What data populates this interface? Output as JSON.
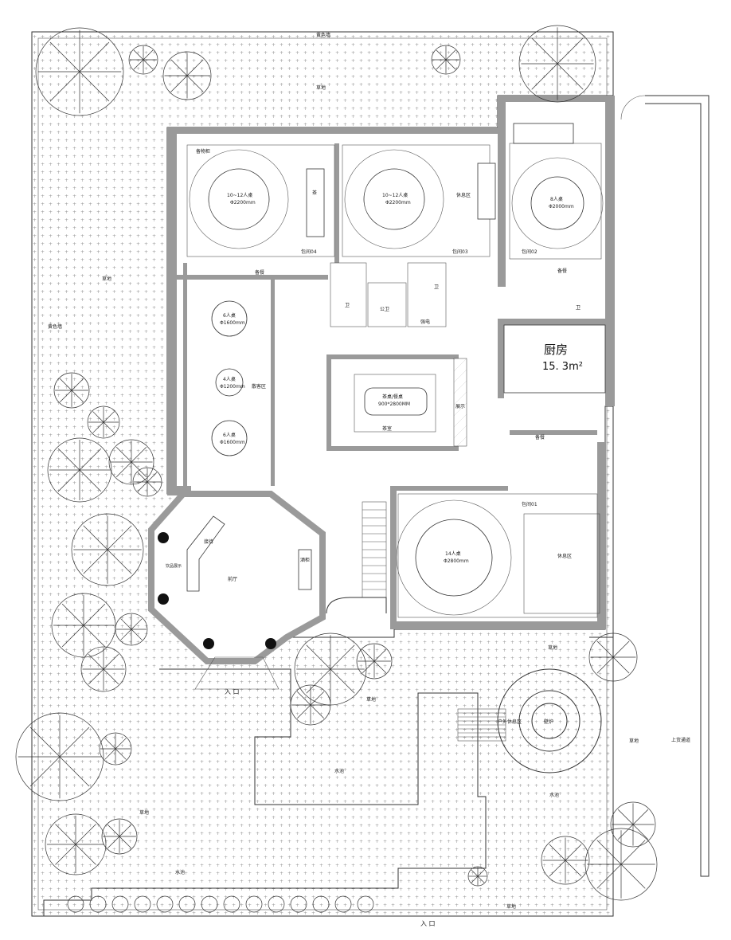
{
  "title": "",
  "labels": {
    "fence_top": "黄色墙",
    "lawn": "草地",
    "fence_left": "黄色墙",
    "kitchen": "厨房",
    "kitchen_area": "15. 3m²",
    "room04": "包间04",
    "room03": "包间03",
    "room02": "包间02",
    "room01": "包间01",
    "table_10_12_a": "10~12人桌",
    "dia_2200_a": "Φ2200mm",
    "table_10_12_b": "10~12人桌",
    "dia_2200_b": "Φ2200mm",
    "table_8": "8人桌",
    "dia_2000": "Φ2000mm",
    "table_6a": "6人桌",
    "dia_1600a": "Φ1600mm",
    "table_4": "4人桌",
    "dia_1200": "Φ1200mm",
    "table_6b": "6人桌",
    "dia_1600b": "Φ1600mm",
    "scattered_area": "散客区",
    "table_14": "14人桌",
    "dia_2800": "Φ2800mm",
    "rest_area_a": "休息区",
    "rest_area_b": "休息区",
    "tea": "茶",
    "pantry": "备餐",
    "tv_cabinet": "备物柜",
    "toilet": "卫",
    "public_toilet": "公卫",
    "strong_power": "强电",
    "tea_table": "茶桌/餐桌",
    "tea_table_size": "900*2800MM",
    "tea_room": "茶室",
    "display": "展示",
    "reception": "接待",
    "lobby": "前厅",
    "entrance": "入 口",
    "main_entrance": "入 口",
    "water_pool_a": "水池",
    "water_pool_b": "水池",
    "water_pool_c": "水池",
    "fire_pit": "壁炉",
    "outdoor_rest": "户外休息区",
    "service_passage": "上货通道",
    "wine_cabinet": "酒柜",
    "drink_display": "饮品展示",
    "lawn_b": "草地",
    "lawn_c": "草地",
    "lawn_d": "草地",
    "lawn_e": "草地",
    "lawn_f": "草地",
    "lawn_g": "草地"
  }
}
